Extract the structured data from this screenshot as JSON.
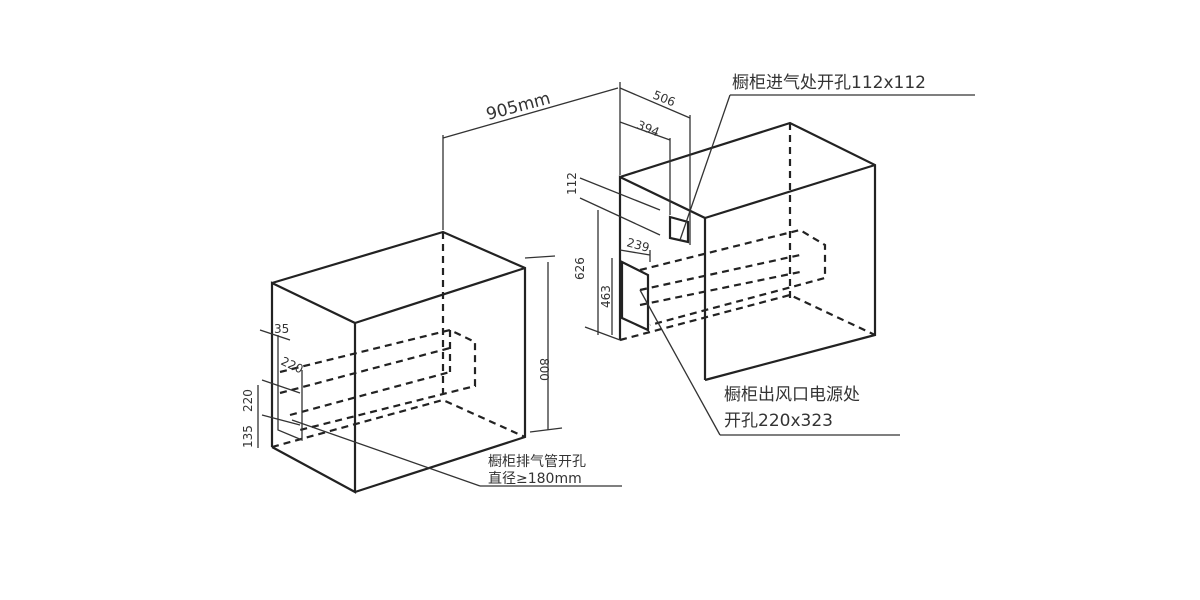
{
  "dimensions": {
    "spacing": "905mm",
    "depth_outer": "506",
    "depth_inner": "394",
    "intake_size": "112",
    "height_right": "626",
    "vent_height": "463",
    "vent_width": "239",
    "height_left": "800",
    "left_offset": "35",
    "left_pipe": "220",
    "left_height_220": "220",
    "left_bottom": "135"
  },
  "labels": {
    "intake": "橱柜进气处开孔112x112",
    "outlet_line1": "橱柜出风口电源处",
    "outlet_line2": "开孔220x323",
    "exhaust_line1": "橱柜排气管开孔",
    "exhaust_line2": "直径≥180mm"
  }
}
